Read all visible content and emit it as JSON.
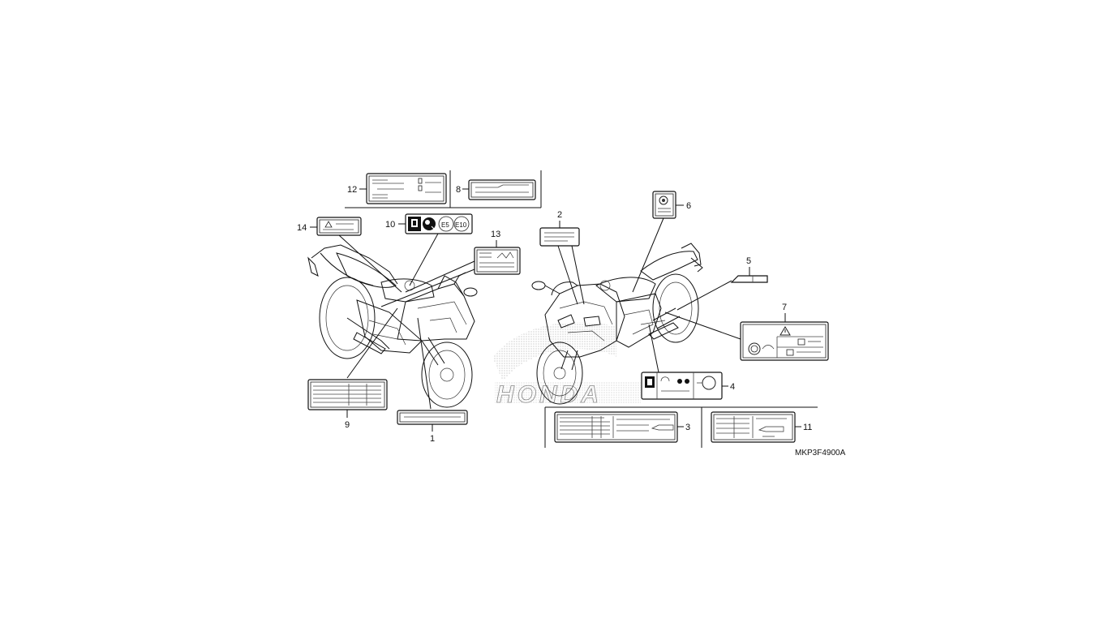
{
  "diagram": {
    "drawing_code": "MKP3F4900A",
    "callouts": [
      "1",
      "2",
      "3",
      "4",
      "5",
      "6",
      "7",
      "8",
      "9",
      "10",
      "11",
      "12",
      "13",
      "14"
    ],
    "fuel_label": {
      "left": "E5",
      "right": "E10"
    },
    "brand_watermark": "HONDA"
  }
}
